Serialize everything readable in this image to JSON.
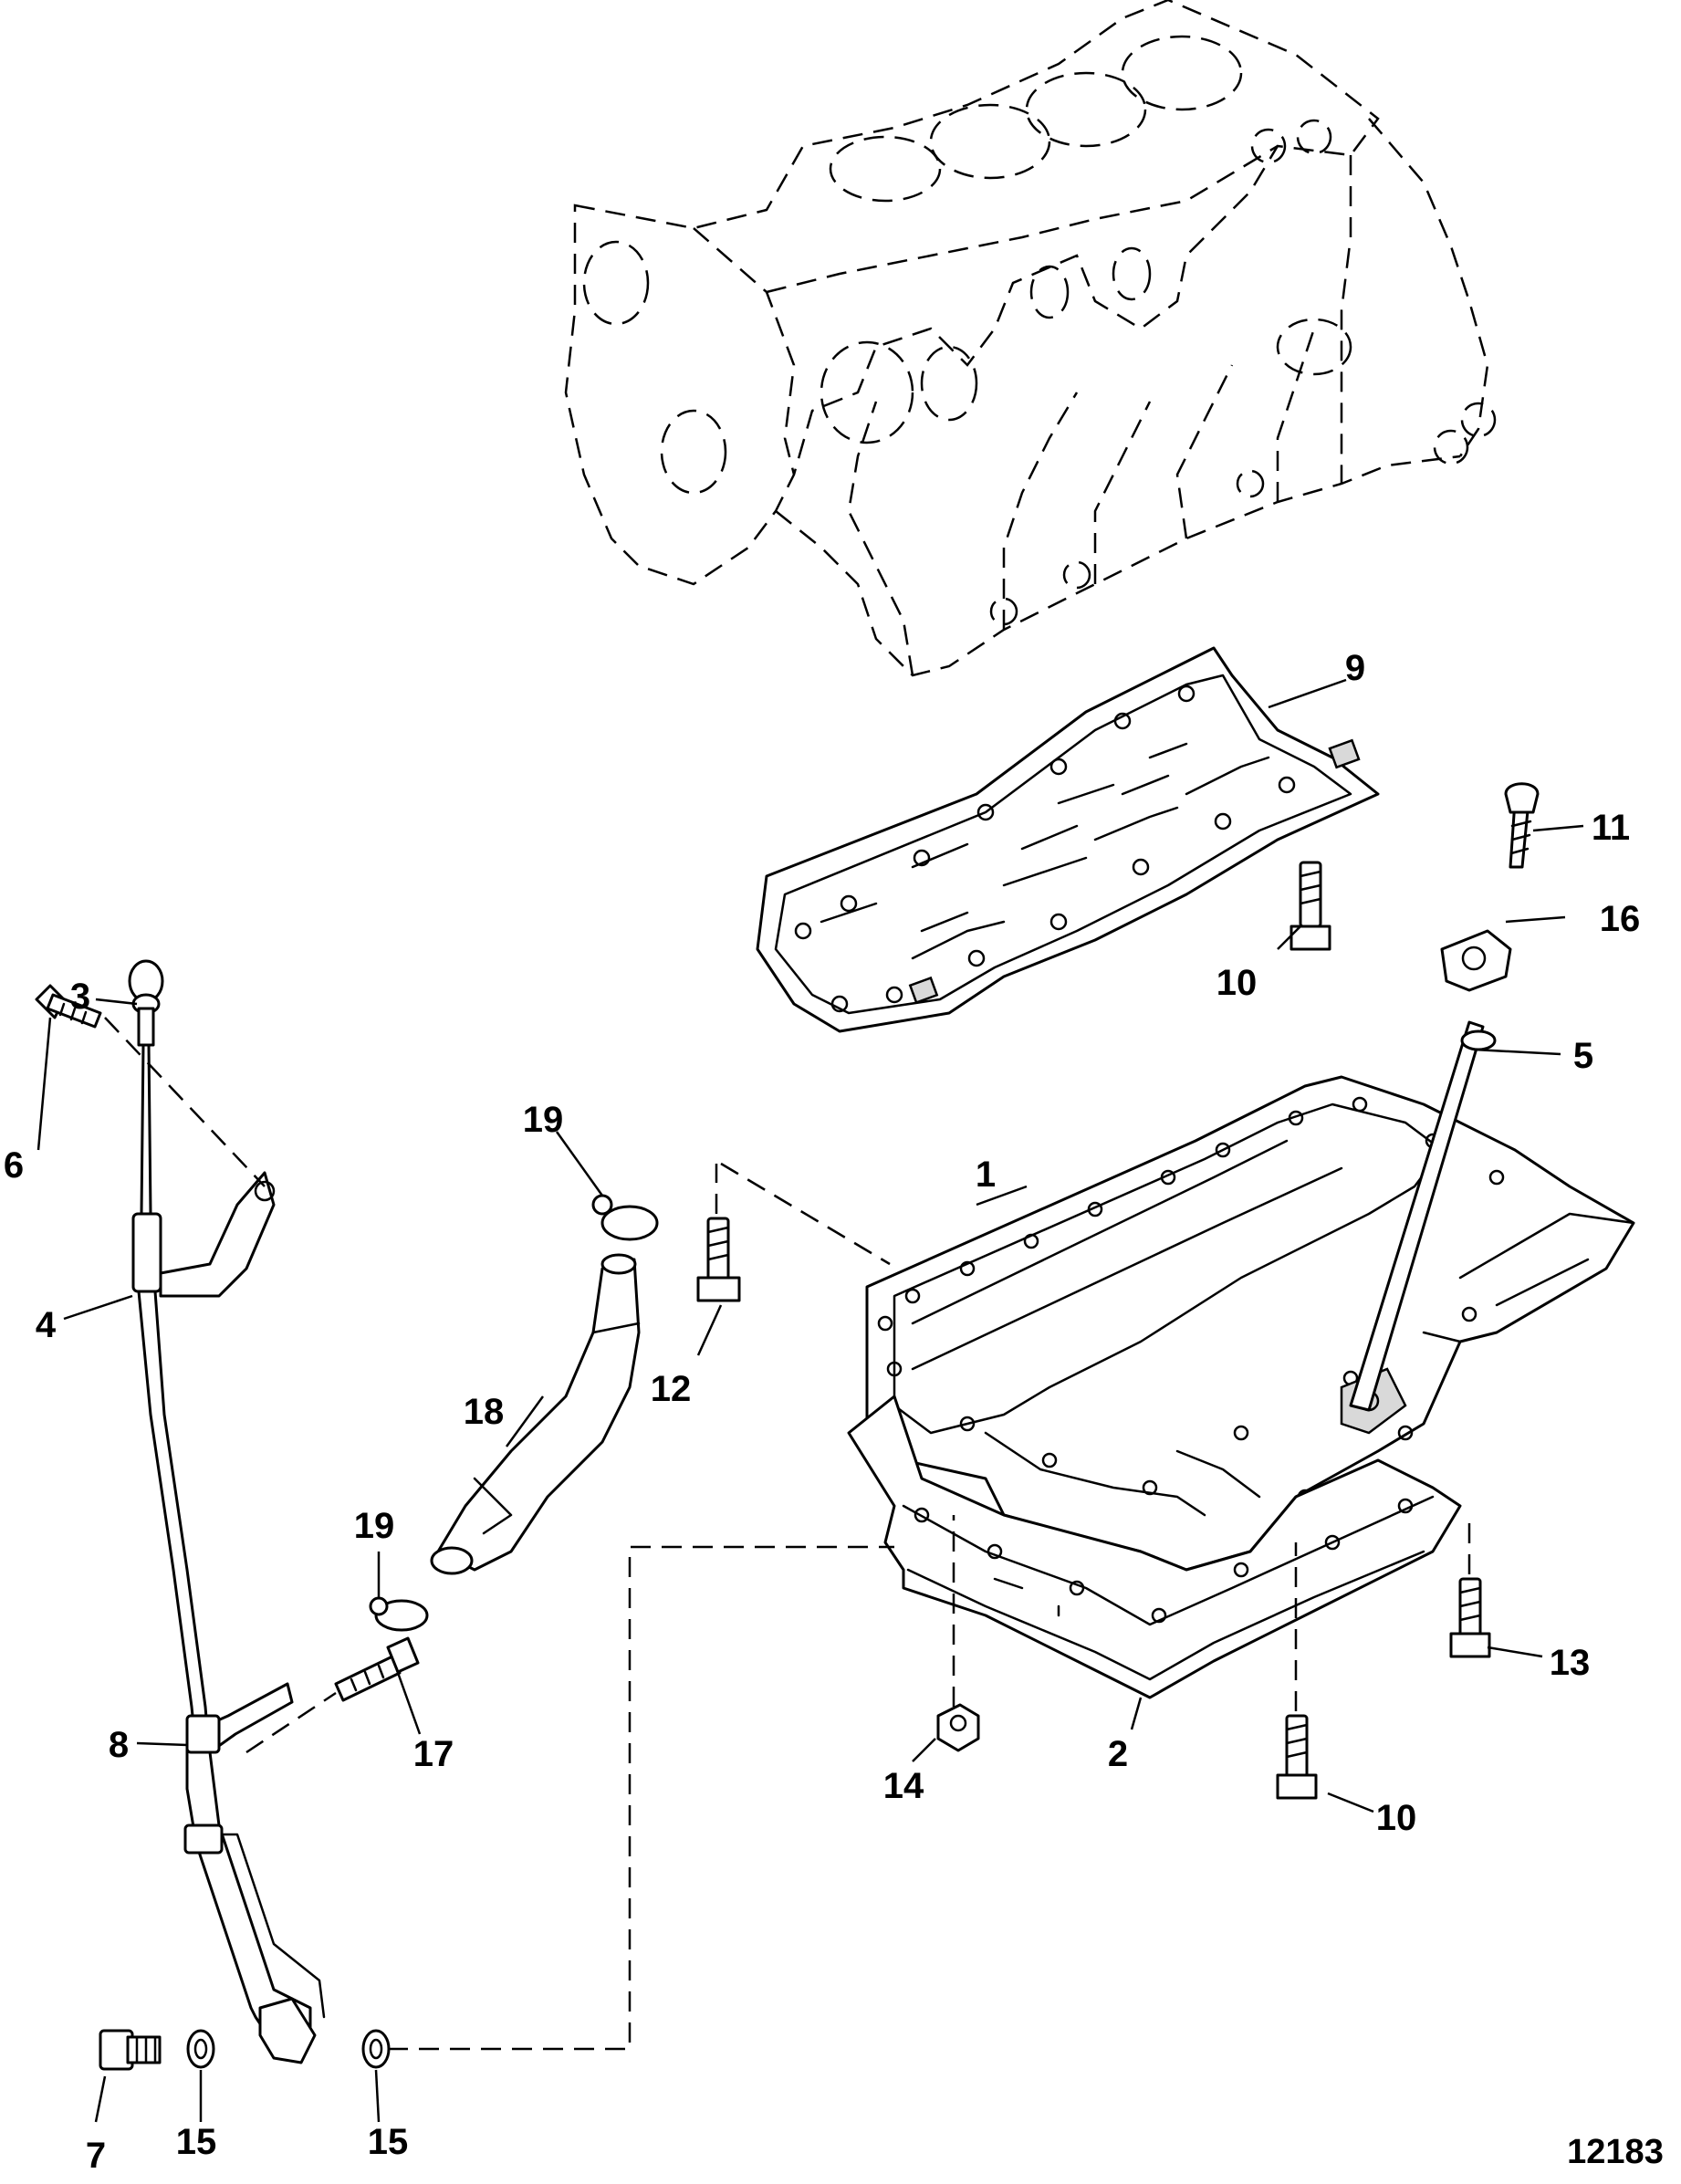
{
  "callouts": {
    "c1": "1",
    "c2": "2",
    "c3": "3",
    "c4": "4",
    "c5": "5",
    "c6": "6",
    "c7": "7",
    "c8": "8",
    "c9": "9",
    "c10a": "10",
    "c10b": "10",
    "c11": "11",
    "c12": "12",
    "c13": "13",
    "c14": "14",
    "c15a": "15",
    "c15b": "15",
    "c16": "16",
    "c17": "17",
    "c18": "18",
    "c19a": "19",
    "c19b": "19"
  },
  "figure_id": "12183"
}
